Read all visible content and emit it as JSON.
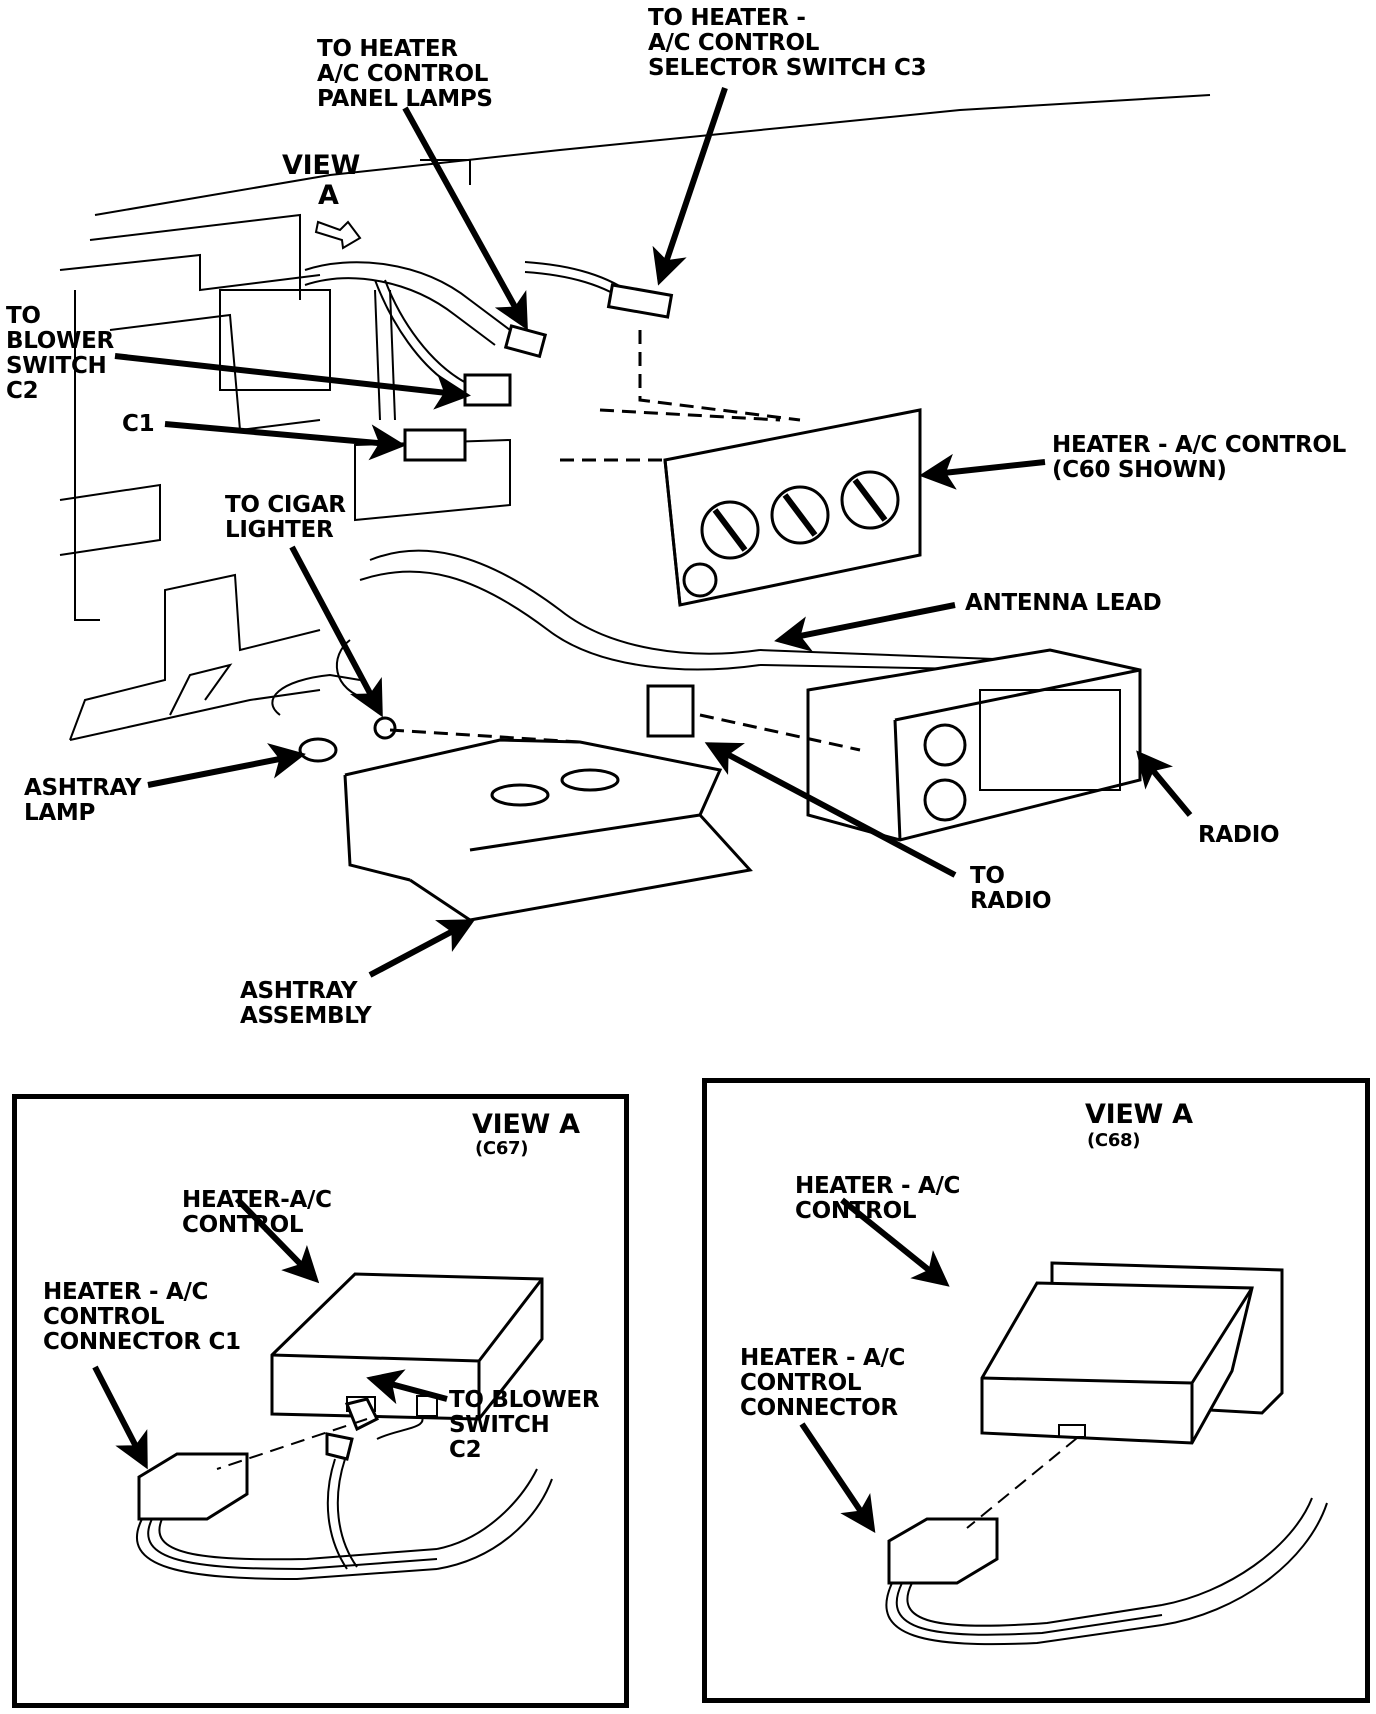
{
  "main_view": {
    "view_marker": {
      "line1": "VIEW",
      "line2": "A"
    },
    "callouts": {
      "panel_lamps": [
        "TO HEATER",
        "A/C CONTROL",
        "PANEL LAMPS"
      ],
      "selector_switch": [
        "TO HEATER -",
        "A/C CONTROL",
        "SELECTOR SWITCH C3"
      ],
      "blower_switch": [
        "TO",
        "BLOWER",
        "SWITCH",
        "C2"
      ],
      "c1": "C1",
      "heater_ac_control": [
        "HEATER - A/C CONTROL",
        "(C60 SHOWN)"
      ],
      "cigar_lighter": [
        "TO CIGAR",
        "LIGHTER"
      ],
      "antenna_lead": "ANTENNA LEAD",
      "ashtray_lamp": [
        "ASHTRAY",
        "LAMP"
      ],
      "to_radio": [
        "TO",
        "RADIO"
      ],
      "radio": "RADIO",
      "ashtray_assembly": [
        "ASHTRAY",
        "ASSEMBLY"
      ]
    }
  },
  "inset_c67": {
    "title": "VIEW A",
    "subtitle": "(C67)",
    "callouts": {
      "control": [
        "HEATER-A/C",
        "CONTROL"
      ],
      "connector_c1": [
        "HEATER - A/C",
        "CONTROL",
        "CONNECTOR C1"
      ],
      "blower_switch": [
        "TO BLOWER",
        "SWITCH",
        "C2"
      ]
    }
  },
  "inset_c68": {
    "title": "VIEW A",
    "subtitle": "(C68)",
    "callouts": {
      "control": [
        "HEATER - A/C",
        "CONTROL"
      ],
      "connector": [
        "HEATER - A/C",
        "CONTROL",
        "CONNECTOR"
      ]
    }
  }
}
